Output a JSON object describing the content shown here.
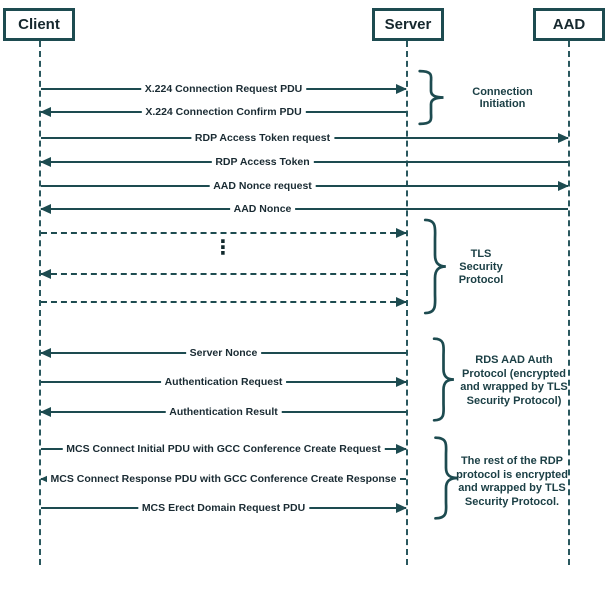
{
  "colors": {
    "line": "#1d4b50",
    "message_text": "#1a2b33",
    "annotation_text": "#1c4046"
  },
  "actors": [
    {
      "name": "Client"
    },
    {
      "name": "Server"
    },
    {
      "name": "AAD"
    }
  ],
  "messages": [
    {
      "label": "X.224 Connection Request PDU",
      "from": "Client",
      "to": "Server",
      "style": "solid"
    },
    {
      "label": "X.224 Connection Confirm PDU",
      "from": "Server",
      "to": "Client",
      "style": "solid"
    },
    {
      "label": "RDP Access Token request",
      "from": "Client",
      "to": "AAD",
      "style": "solid"
    },
    {
      "label": "RDP Access Token",
      "from": "AAD",
      "to": "Client",
      "style": "solid"
    },
    {
      "label": "AAD Nonce request",
      "from": "Client",
      "to": "AAD",
      "style": "solid"
    },
    {
      "label": "AAD Nonce",
      "from": "AAD",
      "to": "Client",
      "style": "solid"
    },
    {
      "label": "",
      "from": "Client",
      "to": "Server",
      "style": "dashed"
    },
    {
      "label": "",
      "from": "Server",
      "to": "Client",
      "style": "dashed"
    },
    {
      "label": "",
      "from": "Client",
      "to": "Server",
      "style": "dashed"
    },
    {
      "label": "Server Nonce",
      "from": "Server",
      "to": "Client",
      "style": "solid"
    },
    {
      "label": "Authentication Request",
      "from": "Client",
      "to": "Server",
      "style": "solid"
    },
    {
      "label": "Authentication Result",
      "from": "Server",
      "to": "Client",
      "style": "solid"
    },
    {
      "label": "MCS Connect Initial PDU with GCC Conference Create Request",
      "from": "Client",
      "to": "Server",
      "style": "solid"
    },
    {
      "label": "MCS Connect Response PDU with GCC Conference Create Response",
      "from": "Server",
      "to": "Client",
      "style": "solid"
    },
    {
      "label": "MCS Erect Domain Request PDU",
      "from": "Client",
      "to": "Server",
      "style": "solid"
    }
  ],
  "groups": [
    {
      "label": "Connection Initiation",
      "lines": [
        "Connection",
        "Initiation"
      ]
    },
    {
      "label": "TLS Security Protocol",
      "lines": [
        "TLS",
        "Security",
        "Protocol"
      ]
    },
    {
      "label": "RDS AAD Auth Protocol (encrypted and wrapped by TLS Security Protocol)",
      "lines": [
        "RDS AAD Auth",
        "Protocol (encrypted",
        "and wrapped by TLS",
        "Security Protocol)"
      ]
    },
    {
      "label": "The rest of the RDP protocol is encrypted and wrapped by TLS Security Protocol.",
      "lines": [
        "The rest of the RDP",
        "protocol is encrypted",
        "and wrapped by TLS",
        "Security Protocol."
      ]
    }
  ],
  "ellipsis": "⋮"
}
